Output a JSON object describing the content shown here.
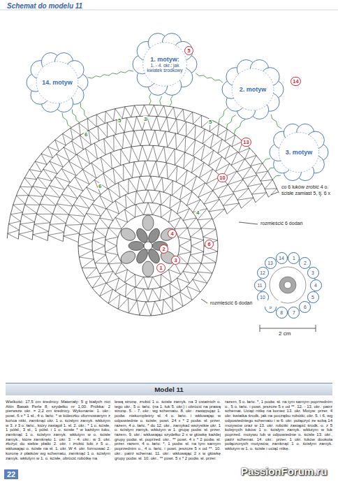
{
  "diagram": {
    "title": "Schemat do modelu 11",
    "nodes": [
      {
        "text": [
          "14. motyw"
        ]
      },
      {
        "text": [
          "1. motyw:",
          "1. - 4. okr.: jak kwiatek środkowy"
        ]
      },
      {
        "text": [
          "2. motyw"
        ]
      },
      {
        "text": [
          "3. motyw"
        ]
      },
      {
        "text": [
          "1"
        ]
      },
      {
        "text": [
          "2"
        ]
      },
      {
        "text": [
          "3"
        ]
      },
      {
        "text": [
          "4"
        ]
      },
      {
        "text": [
          "5"
        ]
      },
      {
        "text": [
          "6"
        ]
      },
      {
        "text": [
          "7"
        ]
      },
      {
        "text": [
          "8"
        ]
      },
      {
        "text": [
          "9"
        ]
      },
      {
        "text": [
          "10"
        ]
      },
      {
        "text": [
          "11"
        ]
      },
      {
        "text": [
          "12"
        ]
      },
      {
        "text": [
          "13"
        ]
      },
      {
        "text": [
          "14"
        ]
      },
      {
        "text": [
          "Model 11"
        ]
      }
    ],
    "labels": [
      "5",
      "14",
      "13",
      "10",
      "6",
      "4",
      "2",
      "3",
      "1",
      "6",
      "5",
      "3",
      "5",
      "6",
      "4",
      "co 6 łuków zrobić 4 o. ścisłe zamiast 5, tj. 6 x",
      "rozmieścić 6 dodań",
      "rozmieścić 6 dodań",
      "2 cm",
      "Wielkość: 17,5 cm średnicy. Materiały: 5 g białych nici Altin Basak Perle 8; szydełko nr 1,00. Próbka: 2 pierwsze okr. = 2,2 cm średnicy. Wykonanie: 1. okr.: powt. 6 x * 1 sł., 4 o. łańc. * w kółeczku uformowanym z końca nitki, zamknąć okr. 1 o. ścisłym zamyk. wkłutym w 3. z 3 o. łańc., który zastąpił 1. sł. 2. okr.: * 1 o. ścisłe, 1 półsł., 3 sł., 1 półsł. i 1 o. ścisłe * w każdym łuku, zamknąć 1 o. ścisłym zamyk. wkłutym w o. ścisłe zamyk., które zamknęło 1. okr. 3. - 4. okr.: w 3. okr. złożyć do siebie płatki 2. okr. i zrobić łuki z 5 o., wkłuwając o. ścisłe na sł. 1. okr. W 4. okr. formować 2. koronę z płatków wg schematu, zamknąć 1 o. ścisłym zamyk. wkłutym w 1. o. ścisłe, obrócić robótkę na",
      "lewą stronę, zrobić 1 o. ścisłe zamyk. na 3 ostatnich o. tego okr., 5 o. łańc. (na 1. łuk 5. okr.) i obrócić na prawą stronę. 5. - 7. okr.: wg schematu. 8. okr.: zastępując 1. podw. niekompletny sł. 4 o. łańc. i wkłuwając w odpowiednie o. ścisłe, powt. 24 x * 2 podw. sł. przer. razem, 4 o. łańc. * do 12. okr., zamykać wszystkie okr. 1 o. ścisłym zamyk. wkłutym w 1. grupę podw. sł. przer. razem. 9. okr.: wkłuwając szydełko 2 x w główkę każdej grupy podw. sł. poprzed. okr., ** powt. 4 x * 2 podw. sł. przer. razem, 4 o. łańc. *, 1 podw. sł. na tym samym poprzednim o., 4 o. łańc. i powt. jeszcze 5 x od **. 10. okr.: patrz schemat. 11. okr.: wkłuwając 2 x w główkę grupy podw. sł. 10. okr., ** powt. 5 x * 2 podw. sł. przer.",
      "razem, 5 o. łańc. *, 1 podw. sł. na tym samym poprzednim o., 5 o. łańc. i powt. jeszcze 5 x od **. 12. - 13. okr.: patrz schemat. Uciąć nitkę na koniec 13. okr. Motyw: przer. 4 okr. kwiatka środk. jak na początku robótki, okr. 5. i 6. wg odpowiedniego schematu i w 6. okr. połączyć ze sobą 14 motywów oraz w 13. okr. robótki zastąpić środk. o. z 5 kolejnych łuków 1 o. ścisłym zamyk. wkłutym w łuk poprzed. motywu lub w odpowiednie o. ścisłe 13. okr., patrz schemat. 14. okr.: przer. 1 okr. łuków dookoła połączonych motywów, zamknąć 1 o. ścisłym zamyk. wkłutym w 1. o. ścisłe i uciąć nitkę.",
      "22",
      "PassionForum.ru"
    ]
  }
}
